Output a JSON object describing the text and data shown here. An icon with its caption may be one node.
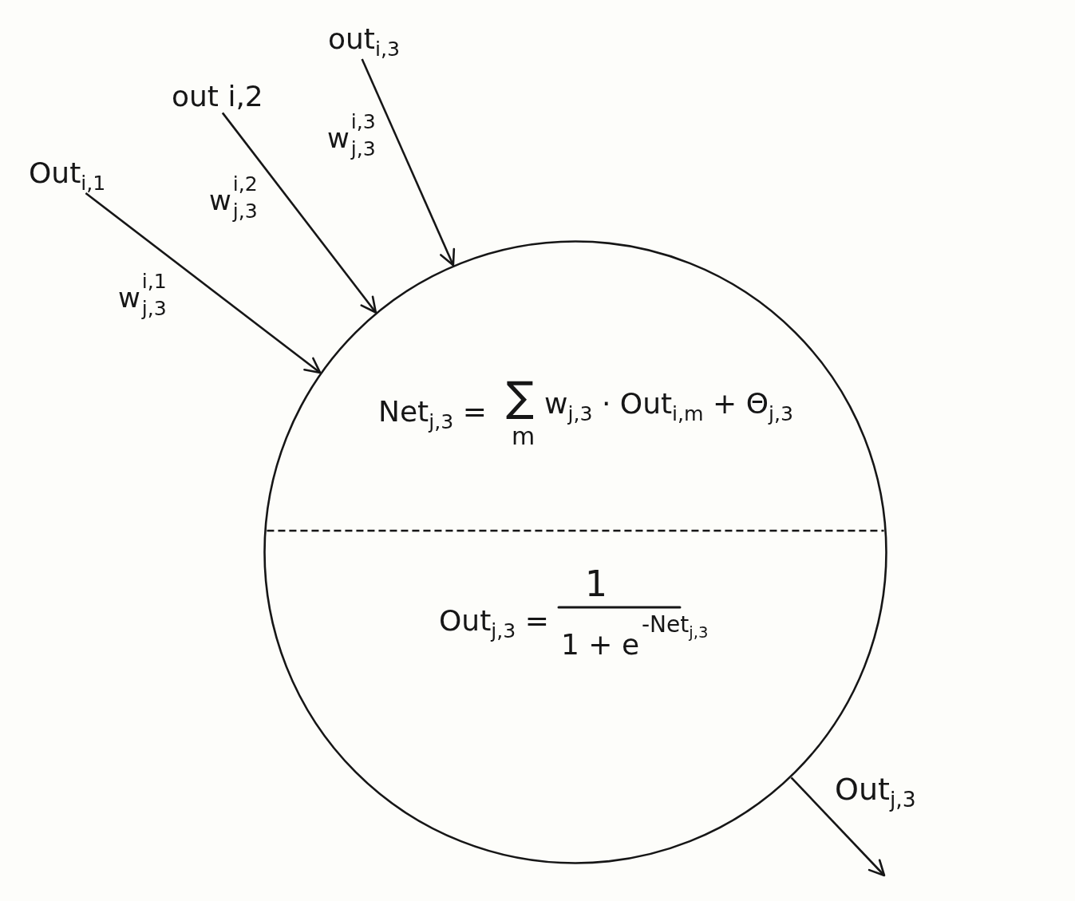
{
  "diagram": {
    "nodes": [
      {
        "text": [
          "Out$_{i,1}$"
        ]
      },
      {
        "text": [
          "out i,2"
        ]
      },
      {
        "text": [
          "out$_{i,3}$"
        ]
      },
      {
        "text": [
          "Net$_{j,3}$ =",
          "∑",
          "m",
          "w$_{j,3}$ · Out$_{i,m}$ + Θ$_{j,3}$",
          "Out$_{j,3}$ =",
          "1",
          "1 + e",
          "-Net$_{j,3}$"
        ]
      }
    ],
    "edges": [
      {
        "from": 0,
        "to": 3,
        "arrow": "to",
        "label": "w$^{i,1}$$_{j,3}$"
      },
      {
        "from": 1,
        "to": 3,
        "arrow": "to",
        "label": "w$^{i,2}$$_{j,3}$"
      },
      {
        "from": 2,
        "to": 3,
        "arrow": "to",
        "label": "w$^{i,3}$$_{j,3}$"
      },
      {
        "from": 3,
        "to": null,
        "arrow": "to",
        "label": "Out$_{j,3}$"
      }
    ]
  }
}
